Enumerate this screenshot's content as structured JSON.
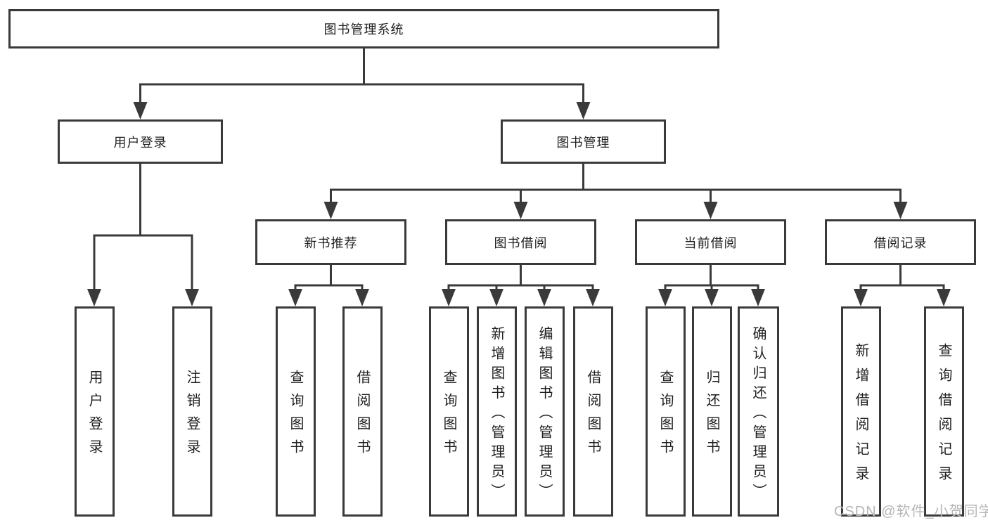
{
  "diagram": {
    "root": {
      "label": "图书管理系统"
    },
    "branches": [
      {
        "label": "用户登录",
        "children": [
          {
            "label": "用户登录"
          },
          {
            "label": "注销登录"
          }
        ]
      },
      {
        "label": "图书管理",
        "children": [
          {
            "label": "新书推荐",
            "children": [
              {
                "label": "查询图书"
              },
              {
                "label": "借阅图书"
              }
            ]
          },
          {
            "label": "图书借阅",
            "children": [
              {
                "label": "查询图书"
              },
              {
                "label": "新增图书（管理员）"
              },
              {
                "label": "编辑图书（管理员）"
              },
              {
                "label": "借阅图书"
              }
            ]
          },
          {
            "label": "当前借阅",
            "children": [
              {
                "label": "查询图书"
              },
              {
                "label": "归还图书"
              },
              {
                "label": "确认归还（管理员）"
              }
            ]
          },
          {
            "label": "借阅记录",
            "children": [
              {
                "label": "新增借阅记录"
              },
              {
                "label": "查询借阅记录"
              }
            ]
          }
        ]
      }
    ],
    "watermark": "CSDN @软件_小贺同学",
    "colors": {
      "line": "#3a3a3a",
      "box_border": "#3a3a3a",
      "text": "#1f1f1f",
      "watermark": "#b6b6b6",
      "background": "#ffffff"
    }
  }
}
